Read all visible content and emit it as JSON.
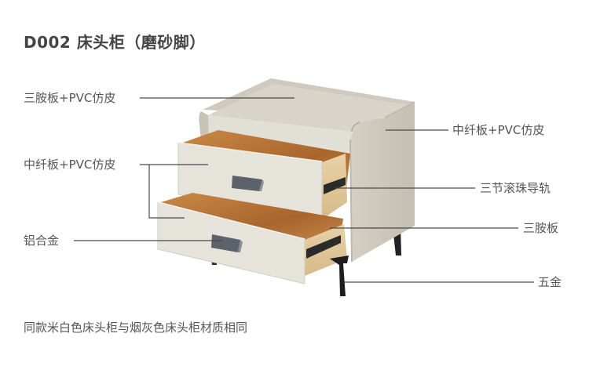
{
  "title": "D002 床头柜（磨砂脚）",
  "callouts": {
    "top_panel": "三胺板+PVC仿皮",
    "drawer_front": "中纤板+PVC仿皮",
    "handle": "铝合金",
    "side_panel": "中纤板+PVC仿皮",
    "slide_rail": "三节滚珠导轨",
    "drawer_box": "三胺板",
    "hardware": "五金"
  },
  "footnote": "同款米白色床头柜与烟灰色床头柜材质相同",
  "colors": {
    "cabinet_body": "#d9d5cb",
    "cabinet_side": "#ccc7bb",
    "drawer_front": "#e6e3db",
    "wood_interior": "#b9773a",
    "handle": "#5d6169",
    "leg": "#1e1e1e",
    "leader_line": "#4a4a4a",
    "text": "#555555"
  }
}
